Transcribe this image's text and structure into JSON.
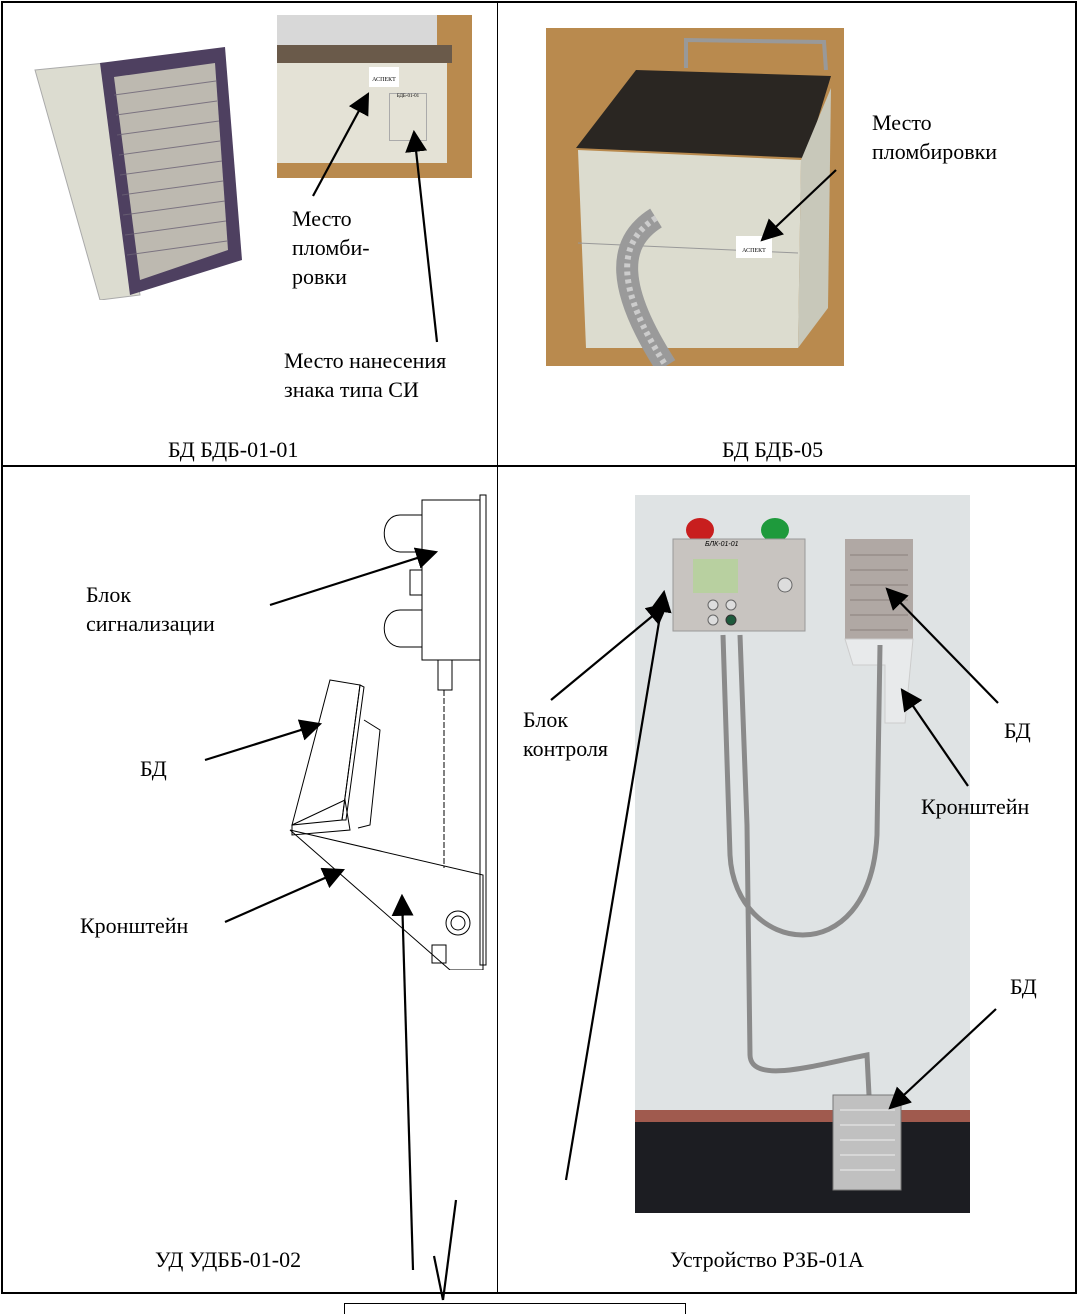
{
  "cells": [
    {
      "caption": "БД БДБ-01-01",
      "labels": {
        "seal_place": "Место\nпломби-\nровки",
        "type_mark_place": "Место нанесения\nзнака типа СИ"
      },
      "sticker_text": "АСПЕКТ",
      "plate_text": "БДБ-01-01"
    },
    {
      "caption": "БД БДБ-05",
      "labels": {
        "seal_place": "Место\nпломбировки"
      },
      "sticker_text": "АСПЕКТ"
    },
    {
      "caption": "УД  УДББ-01-02",
      "labels": {
        "alarm_unit": "Блок\nсигнализации",
        "detector": "БД",
        "bracket": "Кронштейн"
      }
    },
    {
      "caption": "Устройство РЗБ-01А",
      "labels": {
        "control_unit": "Блок\nконтроля",
        "detector_top": "БД",
        "bracket": "Кронштейн",
        "detector_bottom": "БД"
      },
      "panel_text": "БЛК-01-01",
      "colors": {
        "red_lamp": "#c81e1e",
        "green_lamp": "#1e9a3c",
        "wall": "#dfe3e4",
        "floor": "#1c1d22",
        "skirting": "#a05a4e"
      }
    }
  ],
  "colors": {
    "wood": "#b98a4e",
    "enclosure": "#dcdcd0",
    "mesh": "#5a4a66"
  }
}
